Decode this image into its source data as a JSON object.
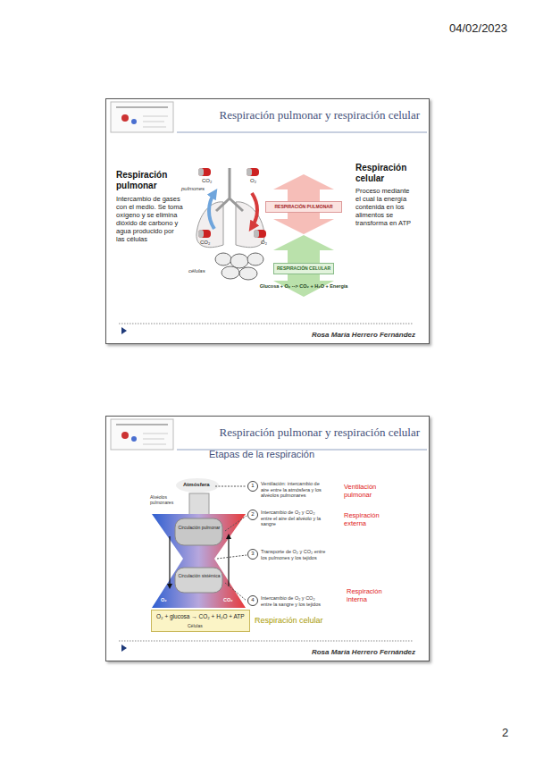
{
  "diagram": {
    "nodes": [
      {
        "text": [
          "Respiración pulmonar y respiración celular"
        ]
      },
      {
        "text": [
          "RESPIRACIÓN PULMONAR"
        ],
        "in": 0
      },
      {
        "text": [
          "RESPIRACIÓN CELULAR"
        ],
        "in": 0
      },
      {
        "text": [
          "Respiración pulmonar y respiración celular"
        ]
      },
      {
        "text": [
          "O₂ + glucosa → CO₂ + H₂O + ATP",
          "Células",
          "Respiración celular"
        ],
        "in": 3
      }
    ],
    "labels": [
      "04/02/2023",
      "Respiración pulmonar",
      "Intercambio de gases con el medio. Se toma oxígeno y se elimina dióxido de carbono y agua producido por las células",
      "CO₂",
      "O₂",
      "pulmones",
      "CO₂",
      "O₂",
      "células",
      "Glucosa + O₂ --> CO₂ + H₂O + Energía",
      "Respiración celular",
      "Proceso mediante el cual la energía contenida en los alimentos se transforma en ATP",
      "Rosa María Herrero Fernández",
      "Etapas de la respiración",
      "Atmósfera",
      "Alvéolos pulmonares",
      "1",
      "Ventilación: intercambio de aire entre la atmósfera y los alvéolos pulmonares",
      "2",
      "Intercambio de O₂ y CO₂ entre el aire del alvéolo y la sangre",
      "3",
      "Transporte de O₂ y CO₂ entre los pulmones y los tejidos",
      "4",
      "Intercambio de O₂ y CO₂ entre la sangre y los tejidos",
      "Ventilación pulmonar",
      "Respiración externa",
      "Respiración interna",
      "Circulación pulmonar",
      "Circulación sistémica",
      "O₂",
      "CO₂",
      "Rosa María Herrero Fernández",
      "2"
    ]
  }
}
